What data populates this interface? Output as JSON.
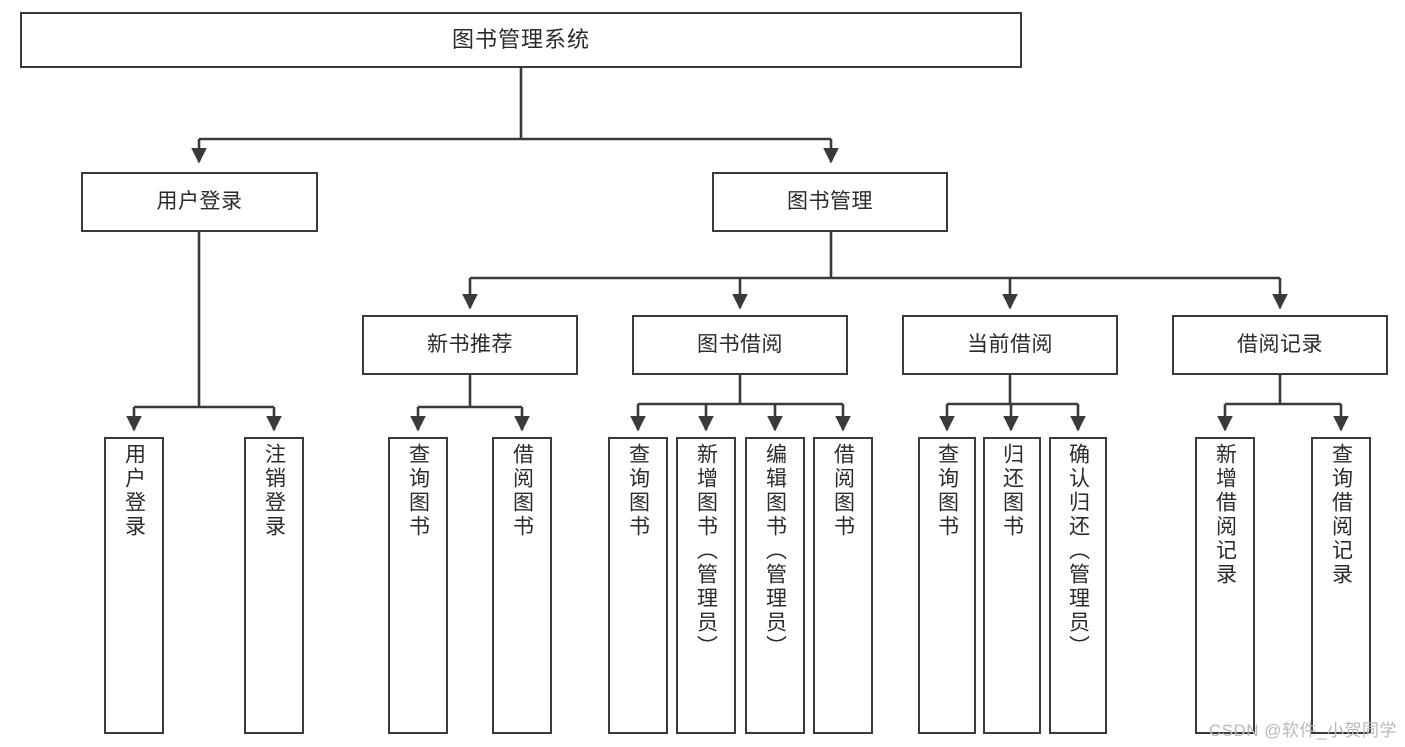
{
  "diagram": {
    "title": "图书管理系统",
    "stroke_color": "#3a3a3a",
    "text_color": "#2b2b2b",
    "background": "#ffffff"
  },
  "nodes": {
    "root": {
      "label": "图书管理系统"
    },
    "level2": [
      {
        "label": "用户登录"
      },
      {
        "label": "图书管理"
      }
    ],
    "level3": [
      {
        "label": "新书推荐"
      },
      {
        "label": "图书借阅"
      },
      {
        "label": "当前借阅"
      },
      {
        "label": "借阅记录"
      }
    ],
    "leaves": {
      "user_login": [
        {
          "label": "用户登录"
        },
        {
          "label": "注销登录"
        }
      ],
      "new_book": [
        {
          "label": "查询图书"
        },
        {
          "label": "借阅图书"
        }
      ],
      "borrow_book": [
        {
          "label": "查询图书"
        },
        {
          "label": "新增图书（管理员）"
        },
        {
          "label": "编辑图书（管理员）"
        },
        {
          "label": "借阅图书"
        }
      ],
      "current_borrow": [
        {
          "label": "查询图书"
        },
        {
          "label": "归还图书"
        },
        {
          "label": "确认归还（管理员）"
        }
      ],
      "borrow_record": [
        {
          "label": "新增借阅记录"
        },
        {
          "label": "查询借阅记录"
        }
      ]
    }
  },
  "watermark": {
    "text": "CSDN @软件_小贺同学"
  }
}
